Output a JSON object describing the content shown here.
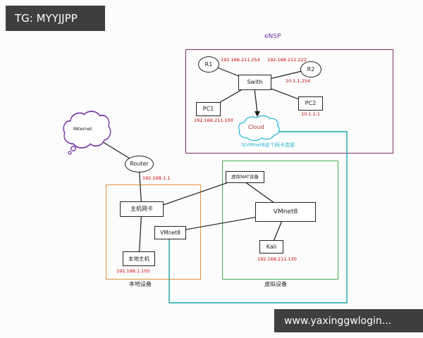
{
  "watermarks": {
    "top": "TG: MYYJJPP",
    "bottom": "www.yaxinggwlogin..."
  },
  "ensp": {
    "title": "eNSP",
    "nodes": {
      "r1": "R1",
      "r2": "R2",
      "swith": "Swith",
      "pc1": "PC1",
      "pc2": "PC2"
    },
    "cloud_label": "Cloud",
    "cloud_note": "与VMnet8这个网卡连接",
    "ips": {
      "r1_side": "192.168.211.254",
      "r2_side": "192.168.211.222",
      "r2_lan": "10.1.1.254",
      "pc1": "192.168.211.100",
      "pc2": "10.1.1.1"
    }
  },
  "wan": {
    "internet_label": "INternet",
    "router_label": "Router",
    "router_ip": "192.168.1.1"
  },
  "local": {
    "title": "本地设备",
    "host_nic": "主机网卡",
    "vmnet8": "VMnet8",
    "local_host": "本地主机",
    "local_host_ip": "192.168.1.105"
  },
  "virtual": {
    "title": "虚拟设备",
    "nat_device": "虚拟NAT设备",
    "vmnet8": "VMnet8",
    "kali": "Kali",
    "kali_ip": "192.168.211.130"
  },
  "colors": {
    "ensp_box": "#7d3060",
    "ensp_title": "#7030a0",
    "local_box": "#e2903f",
    "virtual_box": "#3fae49",
    "teal_link": "#18a5a5",
    "cloud_stroke": "#29b6d8",
    "internet_stroke": "#7030a0",
    "ip_text": "#cc0000",
    "watermark_bg": "#3f3f3f"
  }
}
